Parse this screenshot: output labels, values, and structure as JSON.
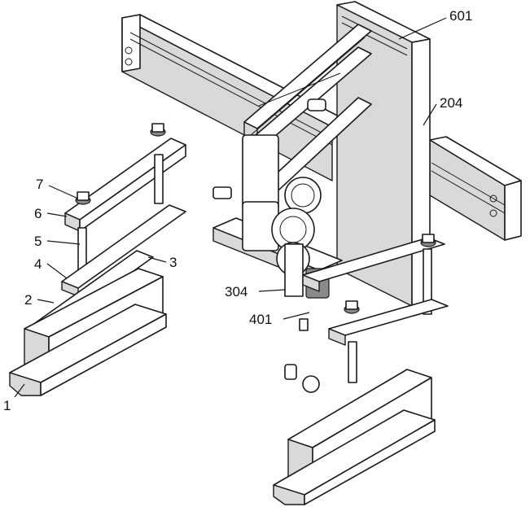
{
  "labels": {
    "l601": "601",
    "l204": "204",
    "l7": "7",
    "l6": "6",
    "l5": "5",
    "l4": "4",
    "l3": "3",
    "l2": "2",
    "l1": "1",
    "l304": "304",
    "l401": "401"
  }
}
